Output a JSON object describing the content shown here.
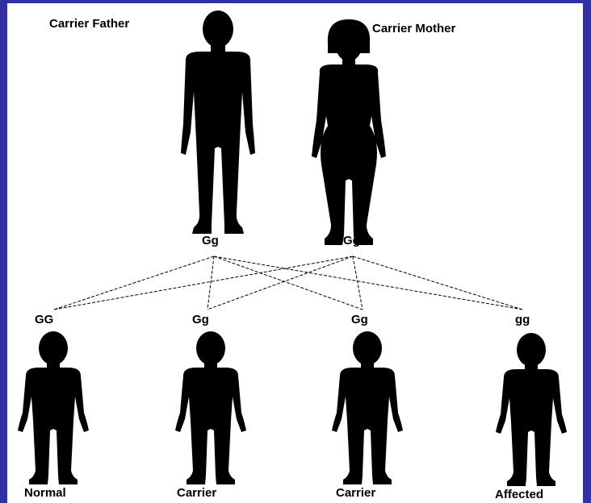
{
  "parents": {
    "father_label": "Carrier Father",
    "mother_label": "Carrier Mother",
    "father_genotype": "Gg",
    "mother_genotype": "Gg"
  },
  "children": [
    {
      "genotype": "GG",
      "label": "Normal"
    },
    {
      "genotype": "Gg",
      "label": "Carrier"
    },
    {
      "genotype": "Gg",
      "label": "Carrier"
    },
    {
      "genotype": "gg",
      "label": "Affected"
    }
  ],
  "colors": {
    "border": "#3131a4",
    "background": "#ffffff",
    "silhouette": "#000000"
  }
}
